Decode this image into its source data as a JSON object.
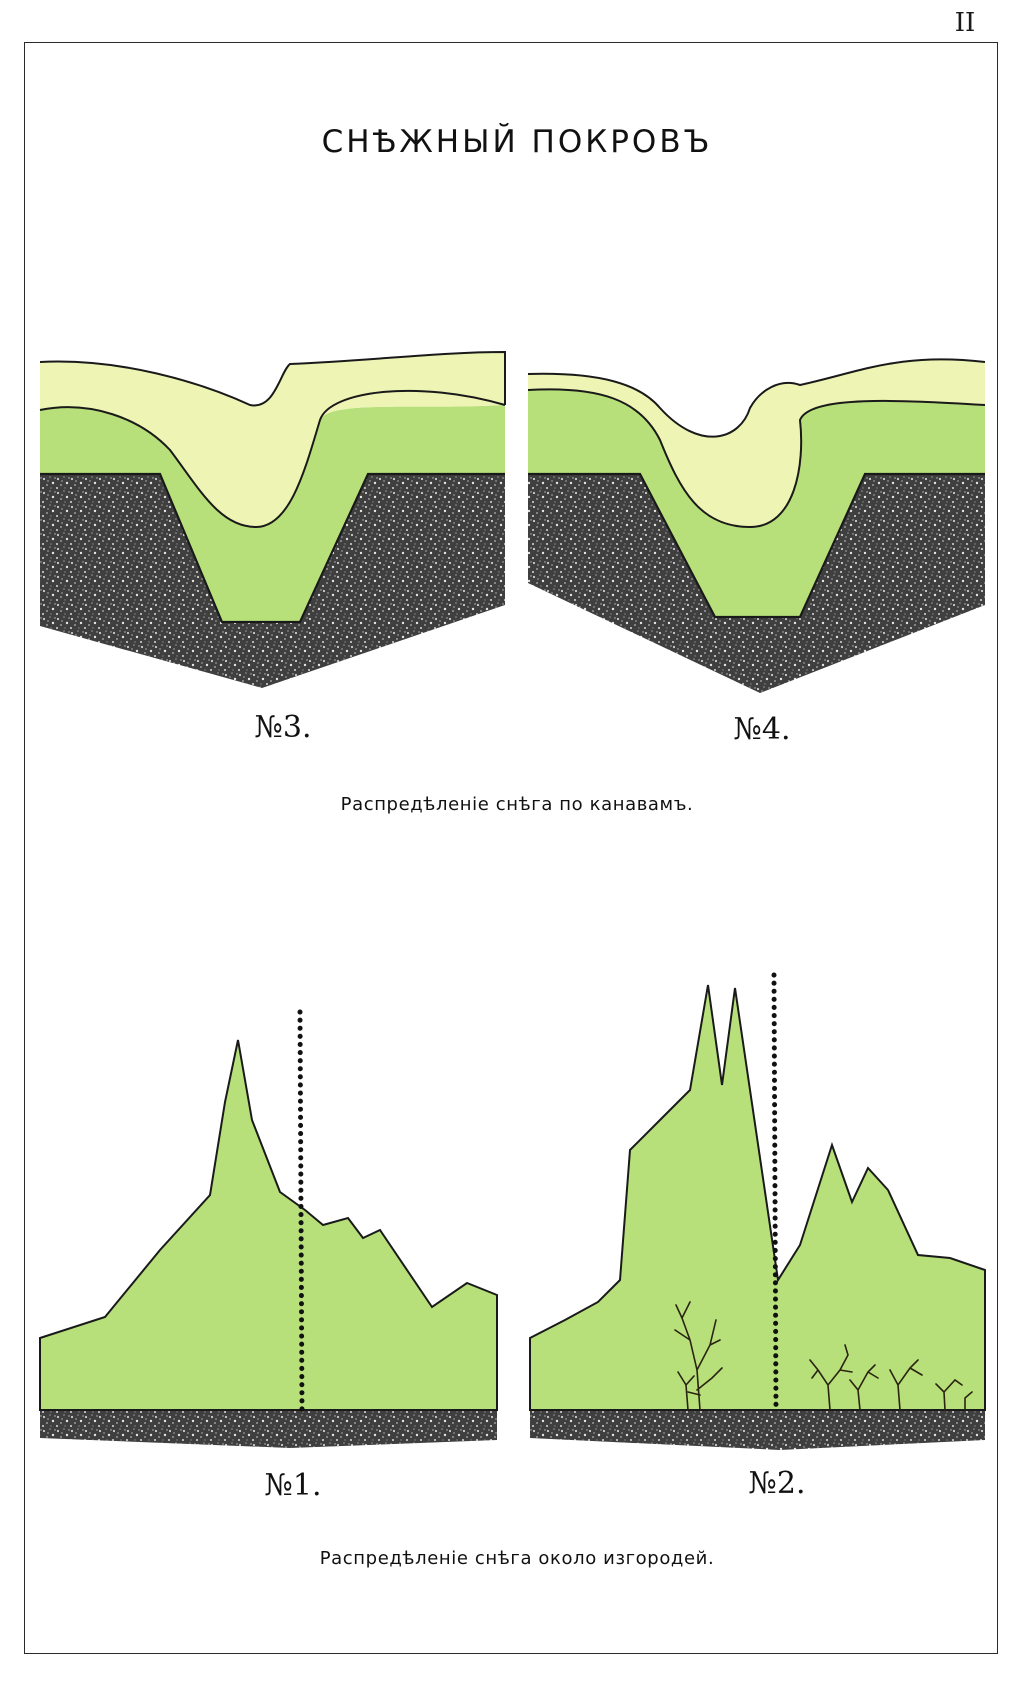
{
  "plate_number": "II",
  "title": "СНѢЖНЫЙ ПОКРОВЪ",
  "figures": {
    "fig3": {
      "label": "№3."
    },
    "fig4": {
      "label": "№4."
    },
    "fig1": {
      "label": "№1."
    },
    "fig2": {
      "label": "№2."
    }
  },
  "captions": {
    "ditches": "Распредѣленіе снѣга по канавамъ.",
    "hedges": "Распредѣленіе снѣга около изгородей."
  },
  "colors": {
    "snow_light": "#eef5b4",
    "snow_green": "#b8e07a",
    "soil": "#4a4a4a",
    "outline": "#1a1a1a",
    "hedge_dots": "#111111"
  }
}
